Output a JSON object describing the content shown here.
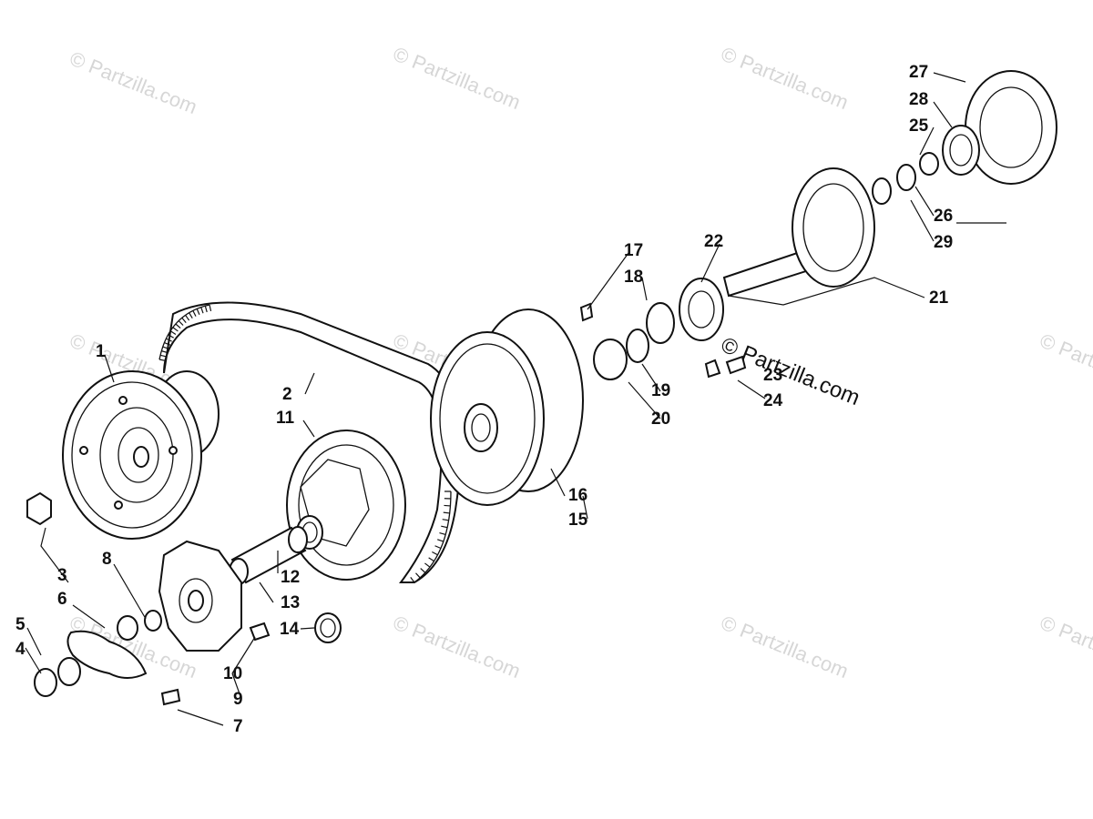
{
  "diagram": {
    "callouts": [
      "1",
      "2",
      "3",
      "4",
      "5",
      "6",
      "7",
      "8",
      "9",
      "10",
      "11",
      "12",
      "13",
      "14",
      "15",
      "16",
      "17",
      "18",
      "19",
      "20",
      "21",
      "22",
      "23",
      "24",
      "25",
      "26",
      "27",
      "28",
      "29"
    ],
    "watermark": "© Partzilla.com",
    "stamp": "© Partzilla.com"
  }
}
